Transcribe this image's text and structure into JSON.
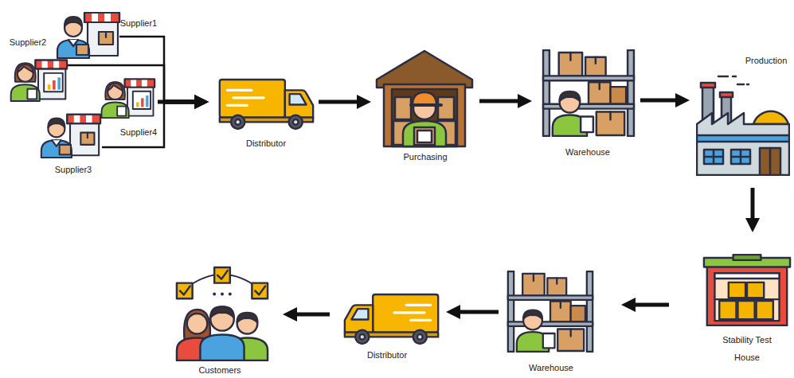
{
  "diagram": {
    "nodes": [
      {
        "text": [
          "Supplier1"
        ]
      },
      {
        "text": [
          "Supplier2"
        ]
      },
      {
        "text": [
          "Supplier3"
        ]
      },
      {
        "text": [
          "Supplier4"
        ]
      },
      {
        "text": [
          "Distributor"
        ]
      },
      {
        "text": [
          "Purchasing"
        ]
      },
      {
        "text": [
          "Warehouse"
        ]
      },
      {
        "text": [
          "Production"
        ]
      },
      {
        "text": [
          "Stability Test House"
        ]
      },
      {
        "text": [
          "Warehouse"
        ]
      },
      {
        "text": [
          "Distributor"
        ]
      },
      {
        "text": [
          "Customers"
        ]
      }
    ],
    "edges": [
      {
        "from": 0,
        "to": 4,
        "arrow": "to"
      },
      {
        "from": 1,
        "to": 4,
        "arrow": "to"
      },
      {
        "from": 2,
        "to": 4,
        "arrow": "to"
      },
      {
        "from": 3,
        "to": 4,
        "arrow": "to"
      },
      {
        "from": 4,
        "to": 5,
        "arrow": "to"
      },
      {
        "from": 5,
        "to": 6,
        "arrow": "to"
      },
      {
        "from": 6,
        "to": 7,
        "arrow": "to"
      },
      {
        "from": 7,
        "to": 8,
        "arrow": "to"
      },
      {
        "from": 8,
        "to": 9,
        "arrow": "to"
      },
      {
        "from": 9,
        "to": 10,
        "arrow": "to"
      },
      {
        "from": 10,
        "to": 11,
        "arrow": "to"
      }
    ]
  }
}
